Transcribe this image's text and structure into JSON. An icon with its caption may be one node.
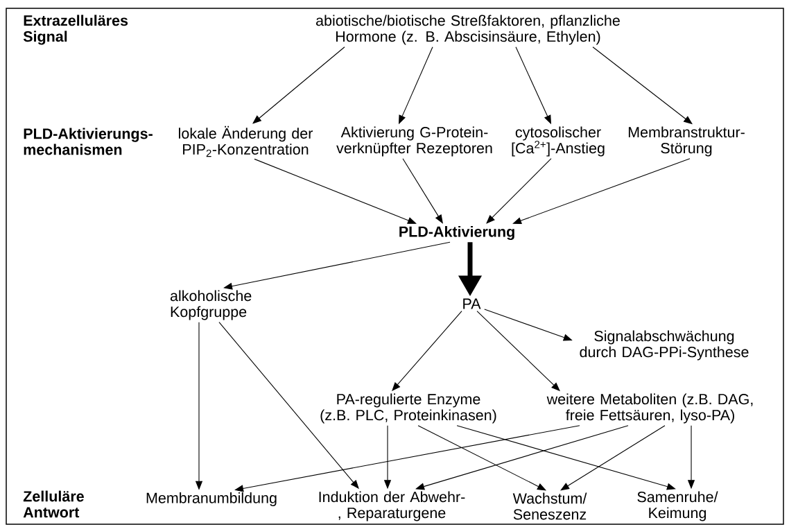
{
  "diagram": {
    "nodes": [
      {
        "text": [
          "abiotische/biotische Streßfaktoren, pflanzliche Hormone (z. B. Abscisinsäure, Ethylen)"
        ]
      },
      {
        "text": [
          "lokale Änderung der PIP$_{2}$-Konzentration"
        ]
      },
      {
        "text": [
          "Aktivierung G-Protein- verknüpfter Rezeptoren"
        ]
      },
      {
        "text": [
          "cytosolischer [Ca$^{2+}$]-Anstieg"
        ]
      },
      {
        "text": [
          "Membranstruktur- Störung"
        ]
      },
      {
        "text": [
          "PLD-Aktivierung"
        ]
      },
      {
        "text": [
          "alkoholische Kopfgruppe"
        ]
      },
      {
        "text": [
          "PA"
        ]
      },
      {
        "text": [
          "Signalabschwächung durch DAG-PPi-Synthese"
        ]
      },
      {
        "text": [
          "PA-regulierte Enzyme (z.B. PLC, Proteinkinasen)"
        ]
      },
      {
        "text": [
          "weitere Metaboliten (z.B. DAG, freie Fettsäuren, lyso-PA)"
        ]
      },
      {
        "text": [
          "Membranumbildung"
        ]
      },
      {
        "text": [
          "Induktion der Abwehr-, Reparaturgene"
        ]
      },
      {
        "text": [
          "Wachstum/ Seneszenz"
        ]
      },
      {
        "text": [
          "Samenruhe/ Keimung"
        ]
      }
    ],
    "edges": [
      {
        "from": 0,
        "to": 1,
        "arrow": "to"
      },
      {
        "from": 0,
        "to": 2,
        "arrow": "to"
      },
      {
        "from": 0,
        "to": 3,
        "arrow": "to"
      },
      {
        "from": 0,
        "to": 4,
        "arrow": "to"
      },
      {
        "from": 1,
        "to": 5,
        "arrow": "to"
      },
      {
        "from": 2,
        "to": 5,
        "arrow": "to"
      },
      {
        "from": 3,
        "to": 5,
        "arrow": "to"
      },
      {
        "from": 4,
        "to": 5,
        "arrow": "to"
      },
      {
        "from": 5,
        "to": 6,
        "arrow": "to"
      },
      {
        "from": 5,
        "to": 7,
        "arrow": "to",
        "style": "thick"
      },
      {
        "from": 7,
        "to": 9,
        "arrow": "to"
      },
      {
        "from": 7,
        "to": 10,
        "arrow": "to"
      },
      {
        "from": 7,
        "to": 8,
        "arrow": "to"
      },
      {
        "from": 6,
        "to": 11,
        "arrow": "to"
      },
      {
        "from": 6,
        "to": 12,
        "arrow": "to"
      },
      {
        "from": 9,
        "to": 12,
        "arrow": "to"
      },
      {
        "from": 9,
        "to": 13,
        "arrow": "to"
      },
      {
        "from": 9,
        "to": 14,
        "arrow": "to"
      },
      {
        "from": 10,
        "to": 11,
        "arrow": "to"
      },
      {
        "from": 10,
        "to": 12,
        "arrow": "to"
      },
      {
        "from": 10,
        "to": 13,
        "arrow": "to"
      },
      {
        "from": 10,
        "to": 14,
        "arrow": "to"
      }
    ],
    "labels": [
      "Extrazelluläres Signal",
      "PLD-Aktivierungs- mechanismen",
      "Zelluläre Antwort"
    ]
  }
}
